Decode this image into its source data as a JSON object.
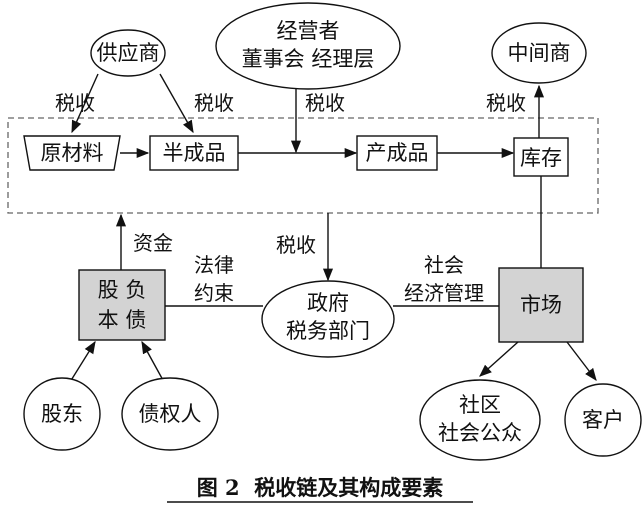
{
  "nodes": {
    "supplier": "供应商",
    "management_line1": "经营者",
    "management_line2": "董事会 经理层",
    "middleman": "中间商",
    "raw_materials": "原材料",
    "semi_finished": "半成品",
    "product": "产成品",
    "inventory": "库存",
    "shareholder_line1": "股 负",
    "shareholder_line2": "本 债",
    "government_line1": "政府",
    "government_line2": "税务部门",
    "market": "市场",
    "shareholders": "股东",
    "creditors": "债权人",
    "community_line1": "社区",
    "community_line2": "社会公众",
    "customers": "客户"
  },
  "edge_labels": {
    "tax1": "税收",
    "tax2": "税收",
    "tax3": "税收",
    "tax4": "税收",
    "tax5": "税收",
    "capital": "资金",
    "legal_line1": "法律",
    "legal_line2": "约束",
    "social_line1": "社会",
    "social_line2": "经济管理"
  },
  "caption": "图 2  税收链及其构成要素",
  "colors": {
    "line": "#111111",
    "fill_grey": "#d3d3d3",
    "dash": "#666666"
  }
}
